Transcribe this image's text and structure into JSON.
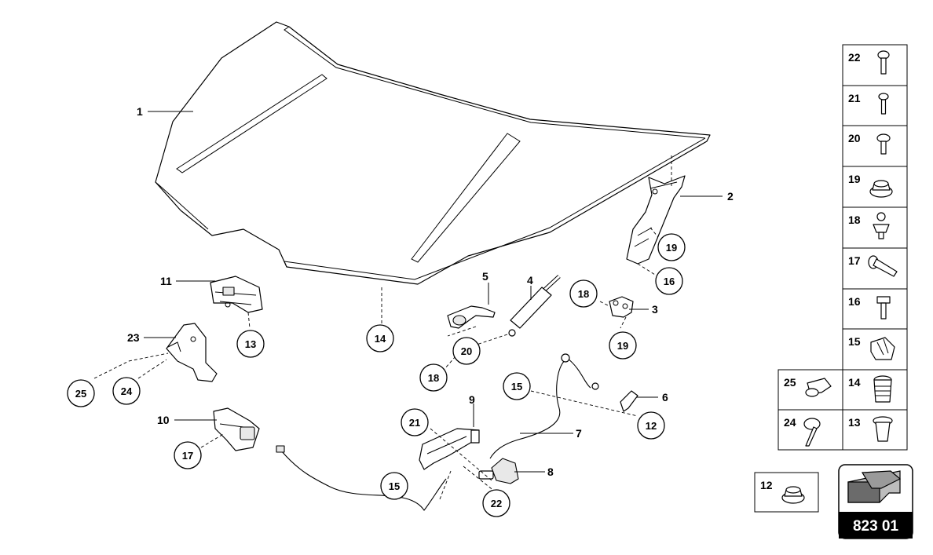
{
  "diagram": {
    "callouts": [
      "1",
      "2",
      "3",
      "4",
      "5",
      "6",
      "7",
      "8",
      "9",
      "10",
      "11",
      "23"
    ],
    "circled": {
      "c19a": "19",
      "c16": "16",
      "c13": "13",
      "c14": "14",
      "c18a": "18",
      "c19b": "19",
      "c20": "20",
      "c18b": "18",
      "c25": "25",
      "c24": "24",
      "c15a": "15",
      "c12": "12",
      "c21": "21",
      "c17": "17",
      "c15b": "15",
      "c22": "22"
    }
  },
  "legend": {
    "items": [
      {
        "num": "22",
        "icon": "screw-icon"
      },
      {
        "num": "21",
        "icon": "screw-icon"
      },
      {
        "num": "20",
        "icon": "screw-icon"
      },
      {
        "num": "19",
        "icon": "flange-nut-icon"
      },
      {
        "num": "18",
        "icon": "ball-stud-icon"
      },
      {
        "num": "17",
        "icon": "pin-icon"
      },
      {
        "num": "16",
        "icon": "bolt-icon"
      },
      {
        "num": "15",
        "icon": "cable-clip-icon"
      },
      {
        "num": "14",
        "icon": "grommet-icon"
      },
      {
        "num": "25",
        "icon": "clip-nut-icon"
      },
      {
        "num": "13",
        "icon": "expanding-rivet-icon"
      },
      {
        "num": "24",
        "icon": "push-rivet-icon"
      }
    ],
    "nut_box": {
      "num": "12",
      "icon": "flange-nut-icon"
    },
    "page_code": "823 01"
  }
}
